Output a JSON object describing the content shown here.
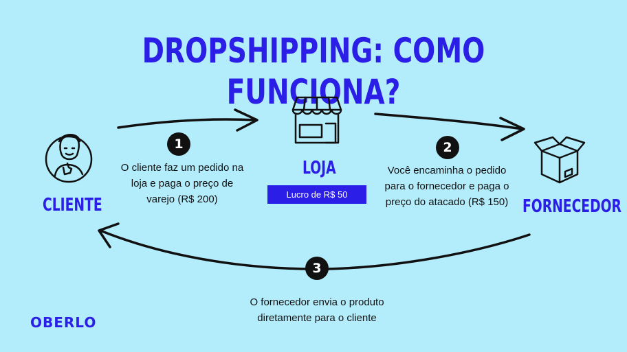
{
  "title": "DROPSHIPPING: COMO FUNCIONA?",
  "nodes": {
    "cliente": "CLIENTE",
    "loja": "LOJA",
    "fornecedor": "FORNECEDOR"
  },
  "profit_label": "Lucro de R$ 50",
  "steps": [
    {
      "number": "1",
      "lines": [
        "O cliente faz um pedido na",
        "loja e paga o preço de",
        "varejo (R$ 200)"
      ]
    },
    {
      "number": "2",
      "lines": [
        "Você encaminha o pedido",
        "para o fornecedor e paga o",
        "preço do atacado (R$ 150)"
      ]
    },
    {
      "number": "3",
      "lines": [
        "O fornecedor envia o produto",
        "diretamente para o cliente"
      ]
    }
  ],
  "brand": "OBERLO",
  "colors": {
    "background": "#b3ecfb",
    "accent": "#2b1ee6",
    "ink": "#111111"
  },
  "icons": [
    "customer-thumbs-up-icon",
    "store-icon",
    "box-icon"
  ]
}
